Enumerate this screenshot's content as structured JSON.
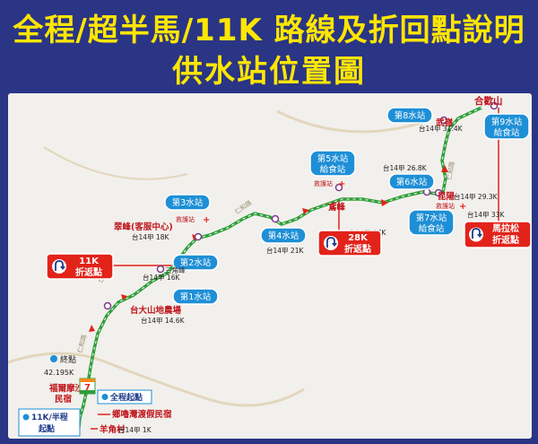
{
  "title": {
    "line1": "全程/超半馬/11K  路線及折回點說明",
    "line2": "供水站位置圖"
  },
  "stations": {
    "s1": "第1水站",
    "s2": "第2水站",
    "s3": "第3水站",
    "s4": "第4水站",
    "s5a": "第5水站",
    "s5b": "給食站",
    "s6": "第6水站",
    "s7a": "第7水站",
    "s7b": "給食站",
    "s8": "第8水站",
    "s9a": "第9水站",
    "s9b": "給食站"
  },
  "places": {
    "hehuan": "合歡山",
    "wuling": "武嶺",
    "kunyang": "昆陽",
    "yuanfeng": "鳶峰",
    "cuifeng": "翠峰(客服中心)",
    "sanjiaofeng": "三角峰",
    "taida": "台大山地農場",
    "fuerpo": "福爾摩沙",
    "fuerpo2": "民宿",
    "xiangqi": "鄉嚕灣渡假民宿",
    "yangjiao": "羊角村",
    "finish": "終點",
    "finish_dist": "42.195K",
    "fullstart": "全程起點",
    "halfstart1": "11K/半程",
    "halfstart2": "起點"
  },
  "mileage": {
    "m1": "台14甲 1K",
    "m146": "台14甲 14.6K",
    "m16": "台14甲 16K",
    "m18": "台14甲 18K",
    "m21": "台14甲 21K",
    "m24": "台14甲 24K",
    "m268": "台14甲 26.8K",
    "m293": "台14甲 29.3K",
    "m314": "台14甲 31.4K",
    "m33": "台14甲 33K"
  },
  "medical": {
    "m1": "救護站",
    "m2": "救護站",
    "m3": "救護站"
  },
  "road": {
    "r1": "仁和路",
    "r2": "仁和路",
    "r3": "仁和路",
    "r4": "仁和路"
  },
  "turn": {
    "k11a": "11K",
    "k11b": "折返點",
    "k28a": "28K",
    "k28b": "折返點",
    "maa": "馬拉松",
    "mab": "折返點"
  },
  "colors": {
    "background": "#2a3585",
    "title": "#ffe600",
    "route": "#2f9e3a",
    "station": "#1e8fd6",
    "turnaround": "#e2231a",
    "road": "#d8c8a8"
  }
}
